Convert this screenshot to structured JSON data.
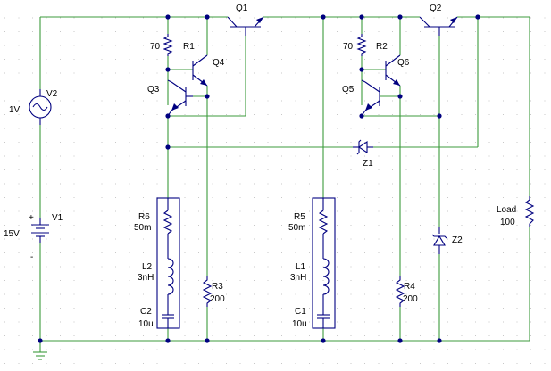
{
  "colors": {
    "background": "#ffffff",
    "wire": "#3c9b3c",
    "component": "#000080",
    "grid": "#c8c8c8",
    "text": "#000000"
  },
  "labels": {
    "q1": "Q1",
    "q2": "Q2",
    "q3": "Q3",
    "q4": "Q4",
    "q5": "Q5",
    "q6": "Q6",
    "r1": "R1",
    "r1_value": "70",
    "r2": "R2",
    "r2_value": "70",
    "r3": "R3",
    "r3_value": "200",
    "r4": "R4",
    "r4_value": "200",
    "r5": "R5",
    "r5_value": "50m",
    "r6": "R6",
    "r6_value": "50m",
    "l1": "L1",
    "l1_value": "3nH",
    "l2": "L2",
    "l2_value": "3nH",
    "c1": "C1",
    "c1_value": "10u",
    "c2": "C2",
    "c2_value": "10u",
    "v1": "V1",
    "v1_value": "15V",
    "v1_plus": "+",
    "v1_minus": "-",
    "v2": "V2",
    "v2_value": "1V",
    "z1": "Z1",
    "z2": "Z2",
    "load": "Load",
    "load_value": "100"
  }
}
